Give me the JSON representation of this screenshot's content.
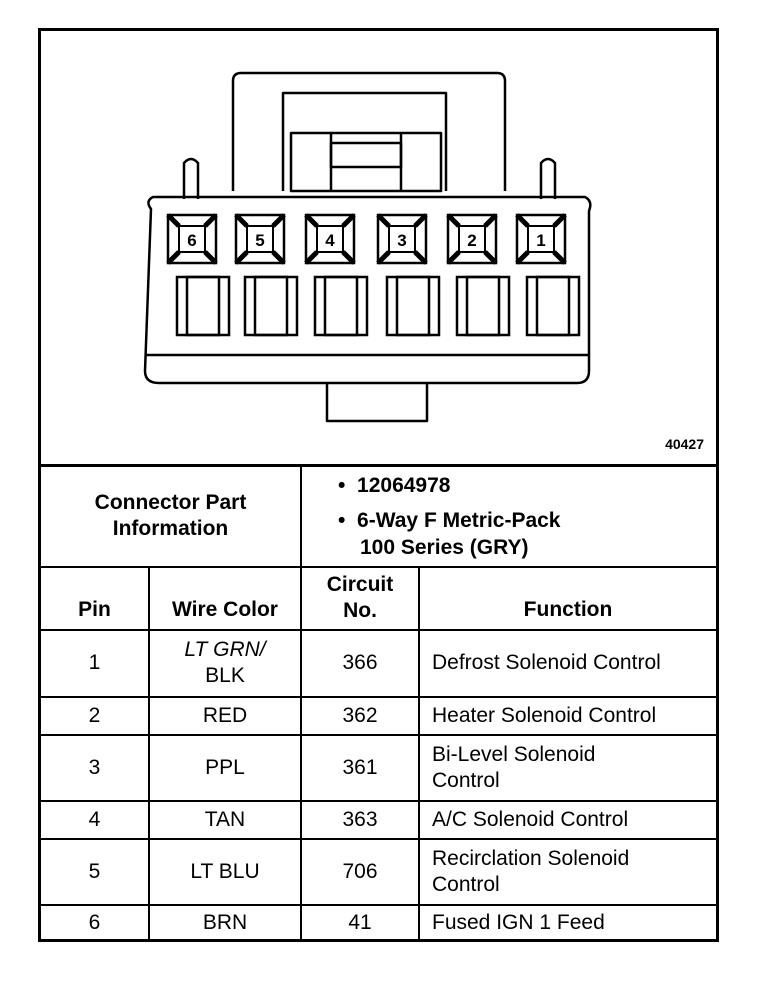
{
  "diagram": {
    "pins": [
      "6",
      "5",
      "4",
      "3",
      "2",
      "1"
    ],
    "figure_number": "40427"
  },
  "connector": {
    "label_line1": "Connector Part",
    "label_line2": "Information",
    "part_number": "12064978",
    "description_line1": "6-Way F Metric-Pack",
    "description_line2": "100 Series (GRY)",
    "bullet": "•"
  },
  "table": {
    "headers": {
      "pin": "Pin",
      "wire_color": "Wire Color",
      "circuit_line1": "Circuit",
      "circuit_line2": "No.",
      "function": "Function"
    },
    "rows": [
      {
        "pin": "1",
        "wire_line1": "LT GRN/",
        "wire_line2": "BLK",
        "circuit": "366",
        "function_line1": "Defrost Solenoid Control",
        "function_line2": ""
      },
      {
        "pin": "2",
        "wire_line1": "RED",
        "wire_line2": "",
        "circuit": "362",
        "function_line1": "Heater Solenoid Control",
        "function_line2": ""
      },
      {
        "pin": "3",
        "wire_line1": "PPL",
        "wire_line2": "",
        "circuit": "361",
        "function_line1": "Bi-Level Solenoid",
        "function_line2": "Control"
      },
      {
        "pin": "4",
        "wire_line1": "TAN",
        "wire_line2": "",
        "circuit": "363",
        "function_line1": "A/C Solenoid Control",
        "function_line2": ""
      },
      {
        "pin": "5",
        "wire_line1": "LT BLU",
        "wire_line2": "",
        "circuit": "706",
        "function_line1": "Recirclation Solenoid",
        "function_line2": "Control"
      },
      {
        "pin": "6",
        "wire_line1": "BRN",
        "wire_line2": "",
        "circuit": "41",
        "function_line1": "Fused IGN 1 Feed",
        "function_line2": ""
      }
    ]
  }
}
